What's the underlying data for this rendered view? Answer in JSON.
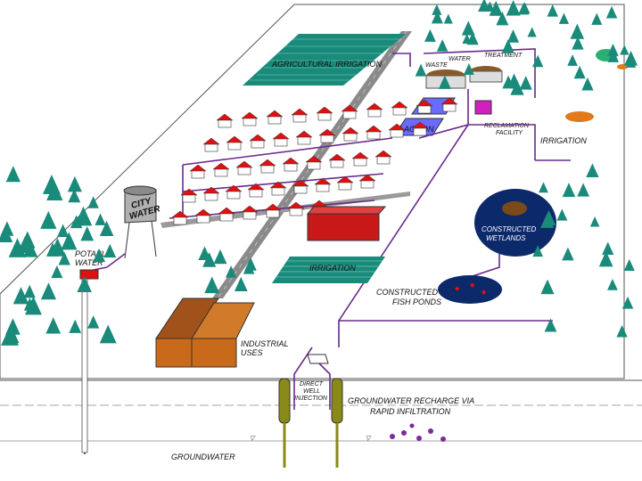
{
  "labels": {
    "agricultural_irrigation": "AGRICULTURAL IRRIGATION",
    "water_treatment_1": "WATER",
    "water_treatment_2": "TREATMENT",
    "waste": "WASTE",
    "lagoon": "LAGOON",
    "reclamation_1": "RECLAMATION",
    "reclamation_2": "FACILITY",
    "irrigation_right": "IRRIGATION",
    "city_water_1": "CITY",
    "city_water_2": "WATER",
    "potable_water_1": "POTABLE",
    "potable_water_2": "WATER",
    "constructed_wetlands_1": "CONSTRUCTED",
    "constructed_wetlands_2": "WETLANDS",
    "irrigation_center": "IRRIGATION",
    "fish_ponds_1": "CONSTRUCTED",
    "fish_ponds_2": "FISH PONDS",
    "industrial_1": "INDUSTRIAL",
    "industrial_2": "USES",
    "direct_well_1": "DIRECT",
    "direct_well_2": "WELL",
    "direct_well_3": "INJECTION",
    "recharge_1": "GROUNDWATER RECHARGE VIA",
    "recharge_2": "RAPID INFILTRATION",
    "groundwater": "GROUNDWATER"
  },
  "colors": {
    "pipe": "#6a2a8c",
    "roof": "#e01010",
    "tree": "#1a8a7a",
    "water_dark": "#0c2a6a",
    "field": "#1a8a7a",
    "road": "#888888",
    "industrial": "#c86a1a"
  }
}
